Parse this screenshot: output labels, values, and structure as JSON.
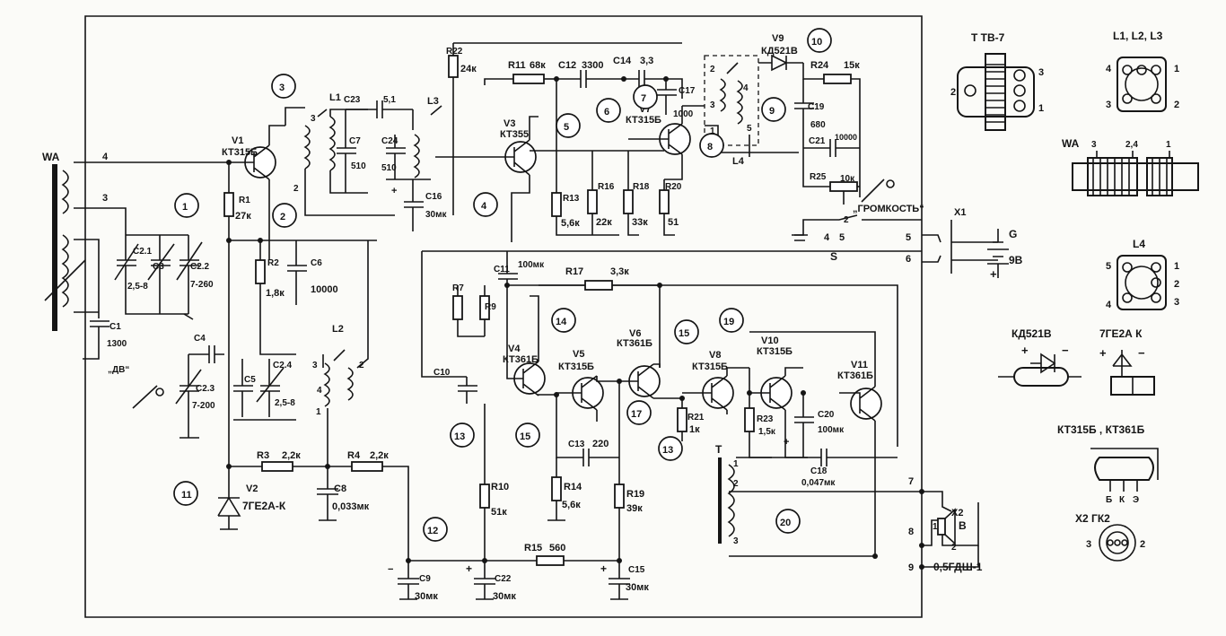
{
  "labels": {
    "wa_left": "WA",
    "pin1": "1",
    "pin2": "2",
    "pin3": "3",
    "pin4": "4",
    "pin5": "5",
    "pin6": "6",
    "pin7": "7",
    "pin8": "8",
    "pin9": "9",
    "plus": "+",
    "minus": "−",
    "c1": "C1",
    "c1_val": "1300",
    "c2_1": "C2.1",
    "c2_1_val": "2,5-8",
    "c3": "C3",
    "c2_2": "C2.2",
    "c2_2_val": "7-260",
    "knob_left": "„ДВ“",
    "c4": "C4",
    "c2_3": "C2.3",
    "c2_3_val": "7-200",
    "c5": "C5",
    "c2_4": "C2.4",
    "c2_4_val": "2,5-8",
    "v1": "V1",
    "v1_type": "КТ315Б",
    "r1": "R1",
    "r1_val": "27к",
    "r2": "R2",
    "r2_val": "1,8к",
    "c6": "C6",
    "c6_val": "10000",
    "l1": "L1",
    "l2": "L2",
    "l3": "L3",
    "l4": "L4",
    "c7": "C7",
    "c7_val": "510",
    "c23": "C23",
    "c23_val": "5,1",
    "c24": "C24",
    "c24_val": "510",
    "c16": "C16",
    "c16_val": "30мк",
    "r3": "R3",
    "r3_val": "2,2к",
    "r4": "R4",
    "r4_val": "2,2к",
    "c8": "C8",
    "c8_val": "0,033мк",
    "v2": "V2",
    "v2_type": "7ГЕ2А-К",
    "v3": "V3",
    "v3_type": "КТ355",
    "r22": "R22",
    "r22_val": "24к",
    "r11": "R11",
    "r11_val": "68к",
    "c12": "C12",
    "c12_val": "3300",
    "c14": "C14",
    "c14_val": "3,3",
    "r13": "R13",
    "r13_val": "5,6к",
    "r16": "R16",
    "r16_val": "22к",
    "r18": "R18",
    "r18_val": "33к",
    "r20": "R20",
    "r20_val": "51",
    "v7": "V7",
    "v7_type": "КТ315Б",
    "c17": "C17",
    "c17_val": "1000",
    "v9": "V9",
    "v9_type": "КД521В",
    "r24": "R24",
    "r24_val": "15к",
    "c19": "C19",
    "c19_val": "680",
    "c21": "C21",
    "c21_val": "10000",
    "r25": "R25",
    "r25_val": "10к",
    "s": "S",
    "switch_note": "„ГРОМКОСТЬ“",
    "x1": "X1",
    "g": "G",
    "g_val": "9В",
    "c11": "C11",
    "c11_val": "100мк",
    "r17": "R17",
    "r17_val": "3,3к",
    "r7": "R7",
    "r9": "R9",
    "c10": "C10",
    "v4": "V4",
    "v4_type": "КТ361Б",
    "v5": "V5",
    "v5_type": "КТ315Б",
    "v6": "V6",
    "v6_type": "КТ361Б",
    "v8": "V8",
    "v8_type": "КТ315Б",
    "v10": "V10",
    "v10_type": "КТ315Б",
    "v11": "V11",
    "v11_type": "КТ361Б",
    "r23": "R23",
    "r23_val": "1,5к",
    "c20": "C20",
    "c20_val": "100мк",
    "c18": "C18",
    "c18_val": "0,047мк",
    "r21": "R21",
    "r21_val": "1к",
    "c13": "C13",
    "c13_val": "220",
    "r14": "R14",
    "r14_val": "5,6к",
    "r19": "R19",
    "r19_val": "39к",
    "r10": "R10",
    "r10_val": "51к",
    "r15": "R15",
    "r15_val": "560",
    "c9": "C9",
    "c9_val": "30мк",
    "c22": "C22",
    "c22_val": "30мк",
    "c15": "C15",
    "c15_val": "30мк",
    "t": "T",
    "x2": "X2",
    "b": "B",
    "speaker": "0,5ГДШ-1"
  },
  "points": {
    "p1": "1",
    "p2": "2",
    "p3": "3",
    "p4": "4",
    "p5": "5",
    "p6": "6",
    "p7": "7",
    "p8": "8",
    "p9": "9",
    "p10": "10",
    "p11": "11",
    "p12": "12",
    "p13": "13",
    "p14": "14",
    "p15": "15",
    "p17": "17",
    "p19": "19",
    "p20": "20"
  },
  "pinouts": {
    "t_tv7": "Т ТВ-7",
    "l123": "L1, L2, L3",
    "wa": "WA",
    "wa_pins24": "2,4",
    "l4": "L4",
    "kd521": "КД521В",
    "zener": "7ГЕ2А К",
    "transistors": "КТ315Б , КТ361Б",
    "b": "Б",
    "k": "К",
    "e": "Э",
    "x2_gk2": "X2 ГК2"
  }
}
